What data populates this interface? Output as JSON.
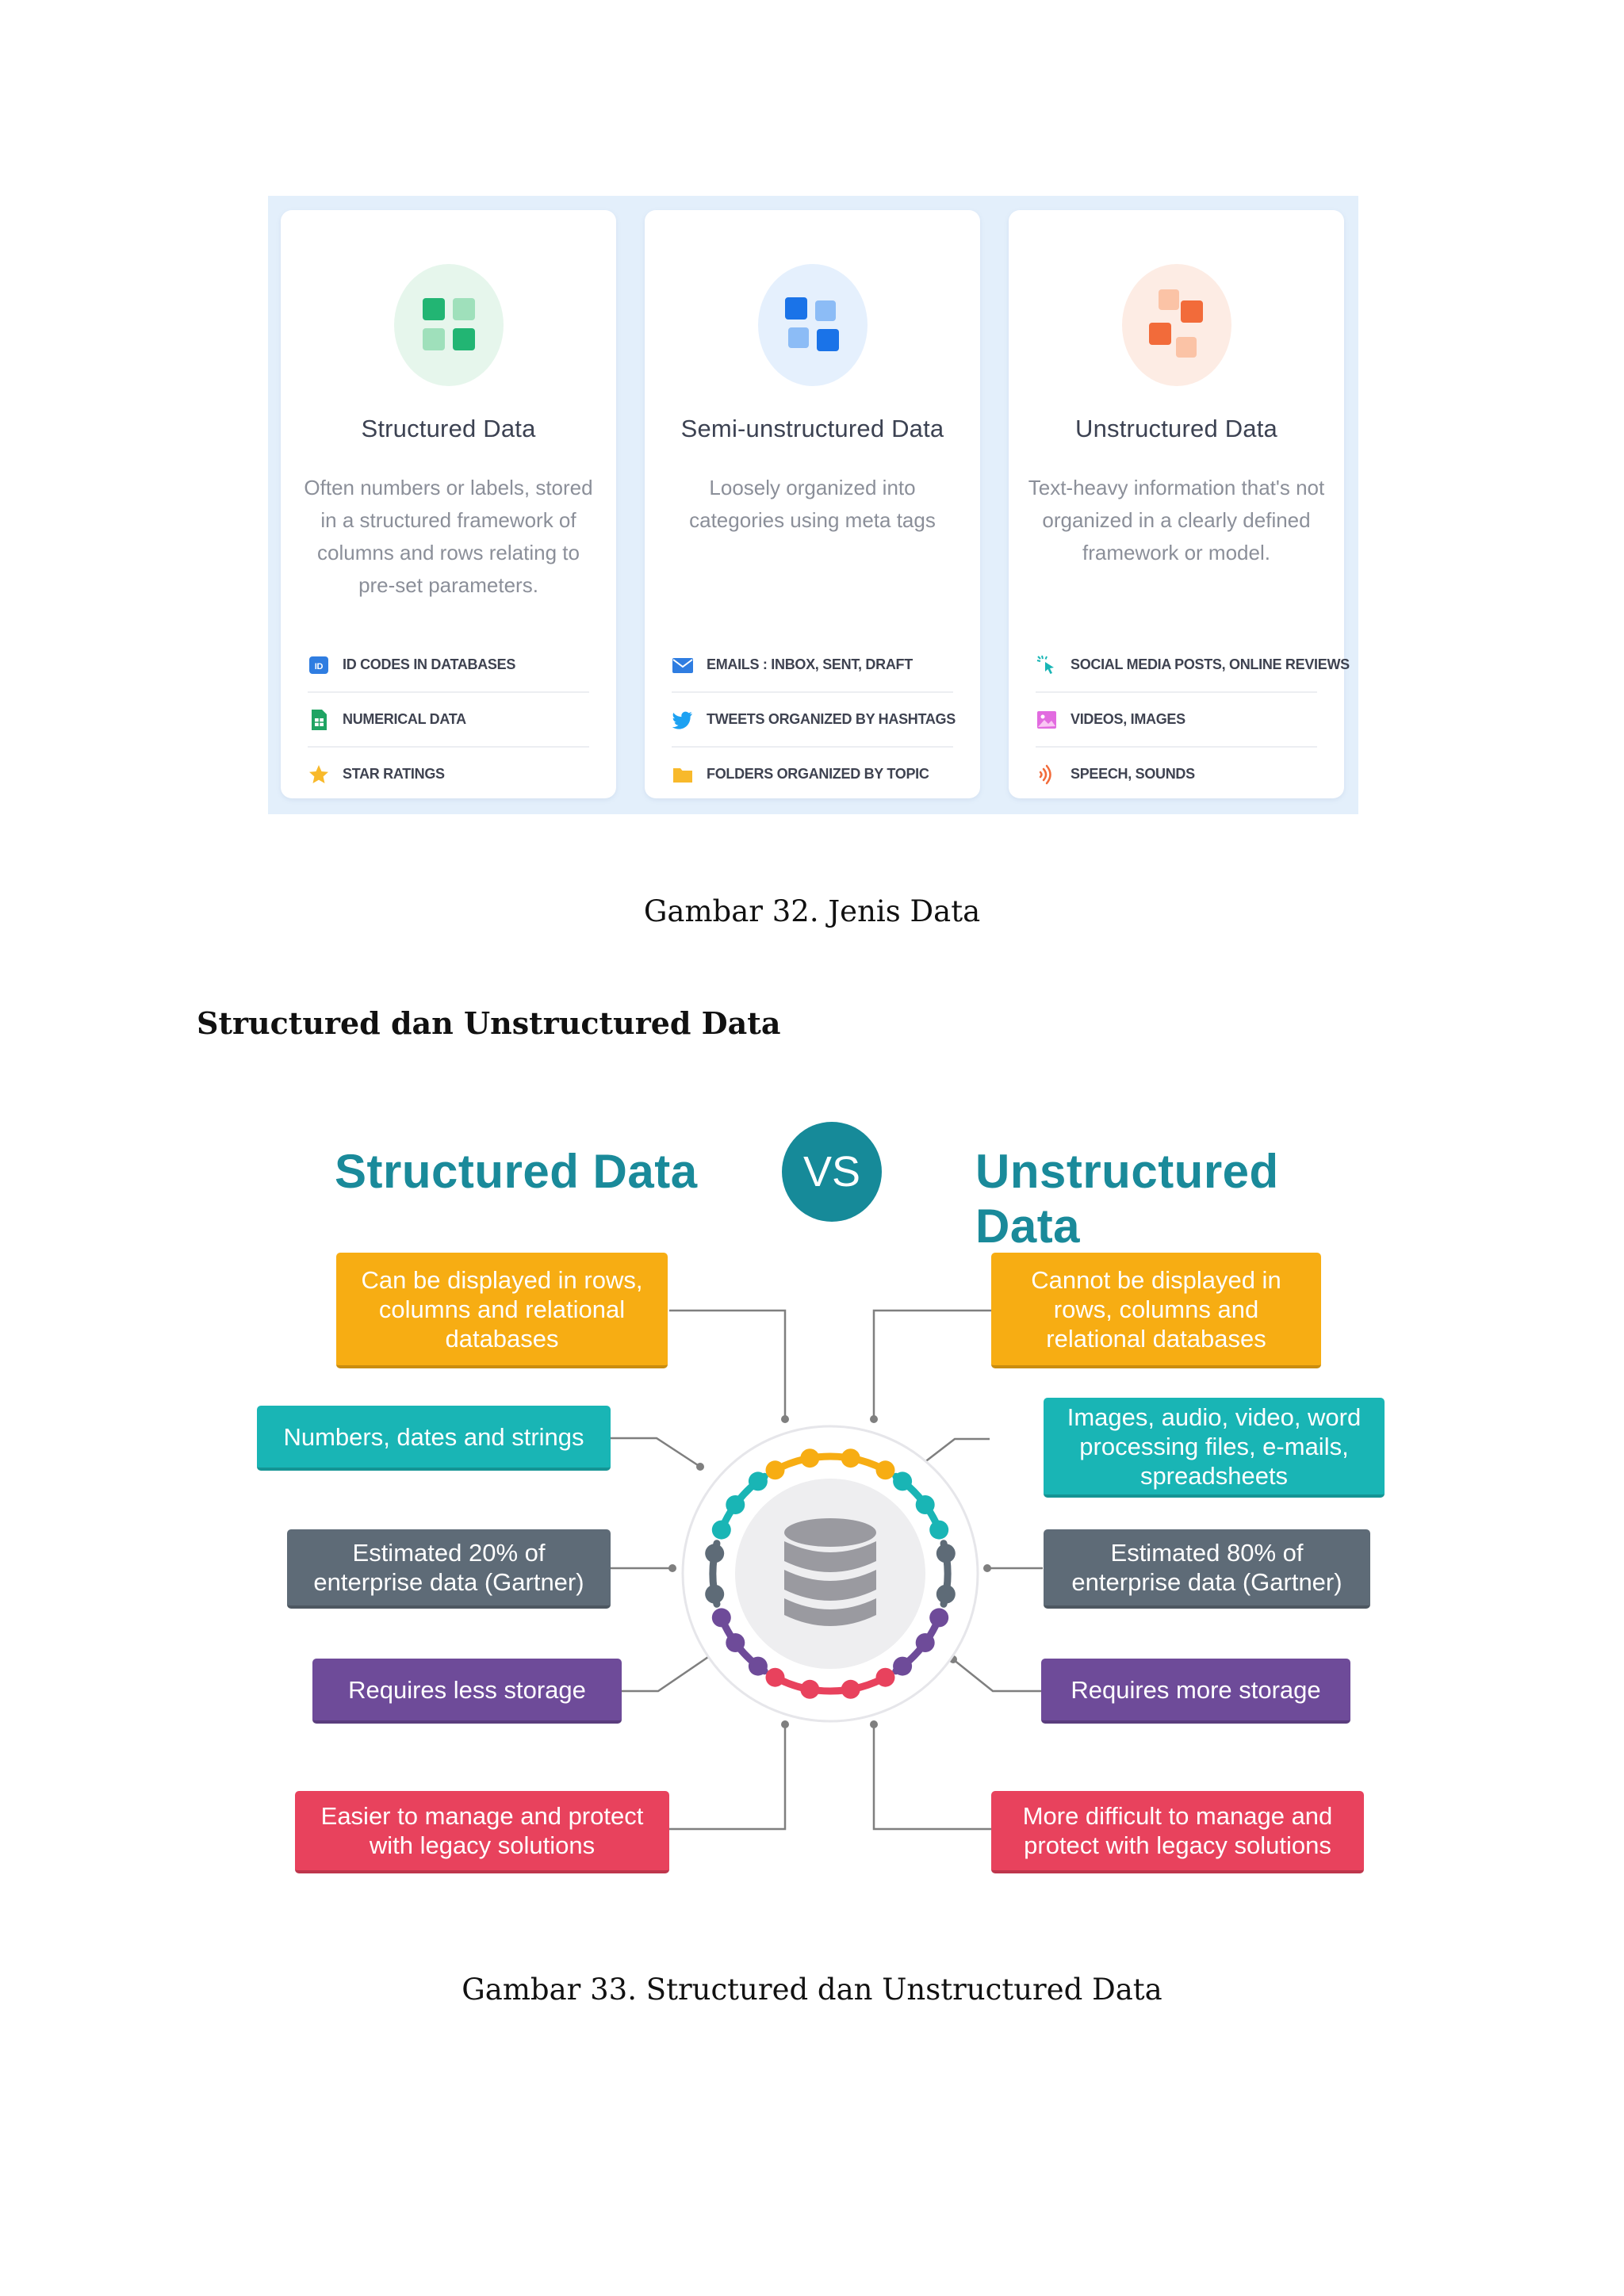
{
  "figure32": {
    "cards": [
      {
        "title": "Structured Data",
        "description": "Often numbers or labels, stored in a structured framework of columns and rows relating to pre-set parameters.",
        "icon": "structured-grid-icon",
        "accent": "#22b573",
        "items": [
          {
            "icon": "id-badge-icon",
            "label": "ID CODES IN DATABASES"
          },
          {
            "icon": "spreadsheet-icon",
            "label": "NUMERICAL DATA"
          },
          {
            "icon": "star-icon",
            "label": "STAR RATINGS"
          }
        ]
      },
      {
        "title": "Semi-unstructured Data",
        "description": "Loosely organized into categories using meta tags",
        "icon": "semi-structured-grid-icon",
        "accent": "#1a73e8",
        "items": [
          {
            "icon": "email-icon",
            "label": "EMAILS : INBOX, SENT, DRAFT"
          },
          {
            "icon": "twitter-bird-icon",
            "label": "TWEETS ORGANIZED BY HASHTAGS"
          },
          {
            "icon": "folder-icon",
            "label": "FOLDERS ORGANIZED BY TOPIC"
          }
        ]
      },
      {
        "title": "Unstructured Data",
        "description": "Text-heavy information that's not organized in a clearly defined framework or model.",
        "icon": "scattered-squares-icon",
        "accent": "#f26b3a",
        "items": [
          {
            "icon": "click-pointer-icon",
            "label": "SOCIAL MEDIA POSTS, ONLINE REVIEWS"
          },
          {
            "icon": "image-icon",
            "label": "VIDEOS, IMAGES"
          },
          {
            "icon": "sound-wave-icon",
            "label": "SPEECH, SOUNDS"
          }
        ]
      }
    ]
  },
  "caption32": "Gambar 32. Jenis Data",
  "section_heading": "Structured dan Unstructured Data",
  "figure33": {
    "left_title": "Structured Data",
    "vs": "VS",
    "right_title": "Unstructured Data",
    "left": [
      "Can be displayed in rows, columns and relational databases",
      "Numbers, dates and strings",
      "Estimated 20% of enterprise data (Gartner)",
      "Requires less storage",
      "Easier to manage and protect with legacy solutions"
    ],
    "right": [
      "Cannot be displayed in rows, columns and relational databases",
      "Images, audio, video, word processing files, e-mails, spreadsheets",
      "Estimated 80% of enterprise data (Gartner)",
      "Requires more storage",
      "More difficult to manage and protect with legacy solutions"
    ],
    "center_icon": "database-icon"
  },
  "caption33": "Gambar 33. Structured dan Unstructured Data"
}
